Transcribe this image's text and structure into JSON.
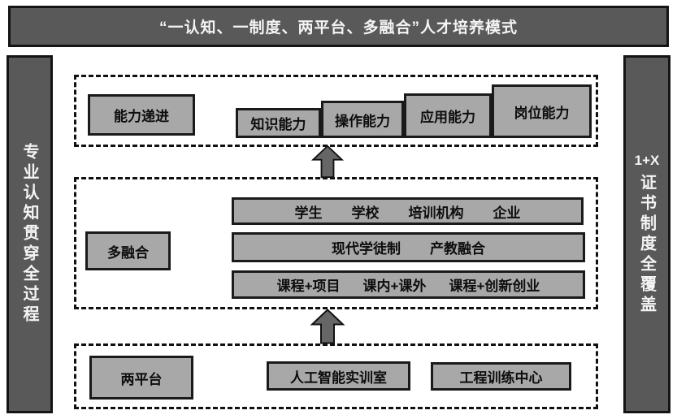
{
  "banner": {
    "title": "“一认知、一制度、两平台、多融合”人才培养模式"
  },
  "left_bar": {
    "text": "专业认知贯穿全过程"
  },
  "right_bar": {
    "line1": "1+X",
    "text": "证书制度全覆盖"
  },
  "ability_panel": {
    "label": "能力递进",
    "steps": [
      "知识能力",
      "操作能力",
      "应用能力",
      "岗位能力"
    ]
  },
  "fusion_panel": {
    "label": "多融合",
    "rows": [
      {
        "items": [
          "学生",
          "学校",
          "培训机构",
          "企业"
        ]
      },
      {
        "items": [
          "现代学徒制",
          "产教融合"
        ]
      },
      {
        "items": [
          "课程+项目",
          "课内+课外",
          "课程+创新创业"
        ]
      }
    ]
  },
  "platform_panel": {
    "label": "两平台",
    "items": [
      "人工智能实训室",
      "工程训练中心"
    ]
  },
  "colors": {
    "bar_bg": "#595959",
    "box_bg": "#a8a8a8",
    "arrow_fill": "#666666",
    "border": "#141414"
  }
}
